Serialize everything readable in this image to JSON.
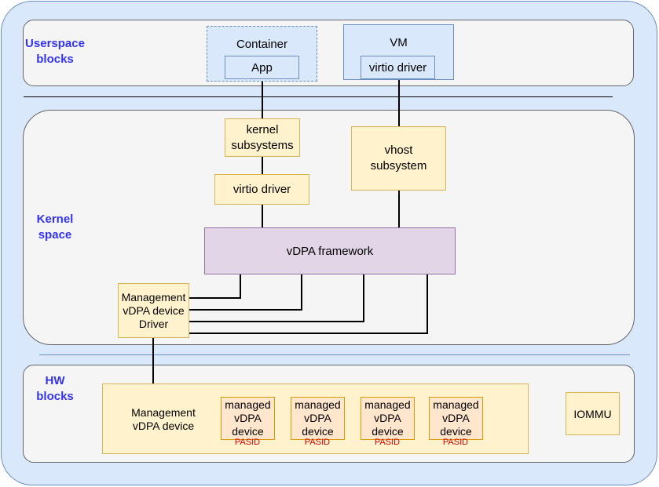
{
  "sections": {
    "userspace": "Userspace\nblocks",
    "kernel": "Kernel\nspace",
    "hw": "HW\nblocks"
  },
  "userspace": {
    "container_label": "Container",
    "app_label": "App",
    "vm_label": "VM",
    "vm_driver_label": "virtio driver"
  },
  "kernel": {
    "kernel_subsystems": "kernel\nsubsystems",
    "virtio_driver": "virtio driver",
    "vhost_subsystem": "vhost\nsubsystem",
    "vdpa_framework": "vDPA framework",
    "mgmt_driver": "Management\nvDPA device\nDriver"
  },
  "hw": {
    "mgmt_device": "Management\nvDPA device",
    "managed_devices": [
      {
        "label": "managed\nvDPA\ndevice",
        "tag": "PASID"
      },
      {
        "label": "managed\nvDPA\ndevice",
        "tag": "PASID"
      },
      {
        "label": "managed\nvDPA\ndevice",
        "tag": "PASID"
      },
      {
        "label": "managed\nvDPA\ndevice",
        "tag": "PASID"
      }
    ],
    "iommu": "IOMMU"
  },
  "colors": {
    "outer_fill": "#dae8fc",
    "section_fill": "#f5f5f5",
    "yellow_fill": "#fff2cc",
    "purple_fill": "#e1d5e7",
    "managed_fill": "#ffe6cc",
    "label_blue": "#3333ee",
    "pasid_red": "#dd0000"
  }
}
